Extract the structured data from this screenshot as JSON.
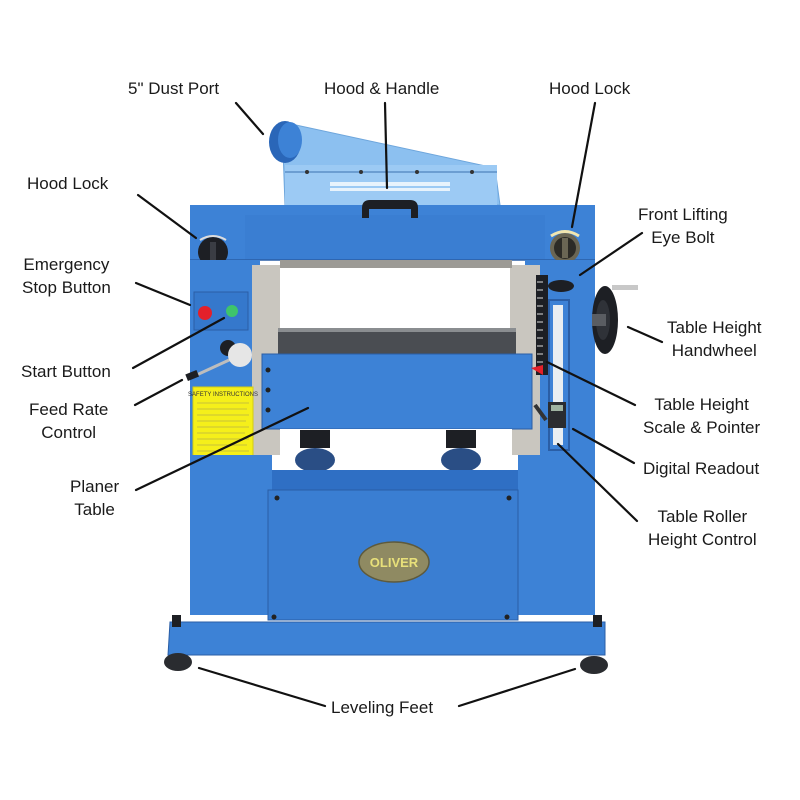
{
  "diagram": {
    "subject": "Planer machine callout diagram",
    "brand_plate": "OLIVER",
    "safety_sticker_title": "SAFETY INSTRUCTIONS",
    "colors": {
      "body_blue": "#3d82d6",
      "body_blue_dark": "#2a66b8",
      "hood_blue": "#8cc0f0",
      "steel": "#c9c6bf",
      "black": "#1d1f24",
      "stop_red": "#e3202a",
      "start_green": "#3ec46b",
      "sticker_yellow": "#f5ef1a",
      "brass": "#8f8a62"
    }
  },
  "labels": {
    "dust_port": {
      "lines": [
        "5\" Dust Port"
      ]
    },
    "hood_handle": {
      "lines": [
        "Hood & Handle"
      ]
    },
    "hood_lock_right": {
      "lines": [
        "Hood Lock"
      ]
    },
    "hood_lock_left": {
      "lines": [
        "Hood Lock"
      ]
    },
    "front_lifting_eye_bolt": {
      "lines": [
        "Front Lifting",
        "Eye Bolt"
      ]
    },
    "emergency_stop": {
      "lines": [
        "Emergency",
        "Stop Button"
      ]
    },
    "table_height_handwheel": {
      "lines": [
        "Table Height",
        "Handwheel"
      ]
    },
    "start_button": {
      "lines": [
        "Start Button"
      ]
    },
    "feed_rate_control": {
      "lines": [
        "Feed Rate",
        "Control"
      ]
    },
    "table_height_scale": {
      "lines": [
        "Table Height",
        "Scale & Pointer"
      ]
    },
    "digital_readout": {
      "lines": [
        "Digital Readout"
      ]
    },
    "planer_table": {
      "lines": [
        "Planer",
        "Table"
      ]
    },
    "table_roller_height": {
      "lines": [
        "Table Roller",
        "Height Control"
      ]
    },
    "leveling_feet": {
      "lines": [
        "Leveling Feet"
      ]
    }
  }
}
